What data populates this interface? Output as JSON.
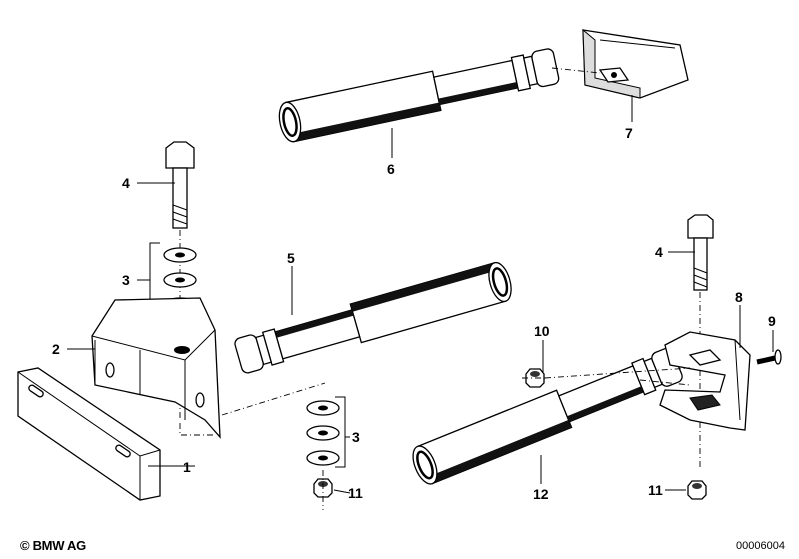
{
  "diagram": {
    "callouts": {
      "c1": "1",
      "c2": "2",
      "c3a": "3",
      "c3b": "3",
      "c4a": "4",
      "c4b": "4",
      "c5": "5",
      "c6": "6",
      "c7": "7",
      "c8": "8",
      "c9": "9",
      "c10": "10",
      "c11a": "11",
      "c11b": "11",
      "c12": "12"
    }
  },
  "footer": {
    "copyright": "© BMW AG",
    "image_code": "00006004"
  }
}
